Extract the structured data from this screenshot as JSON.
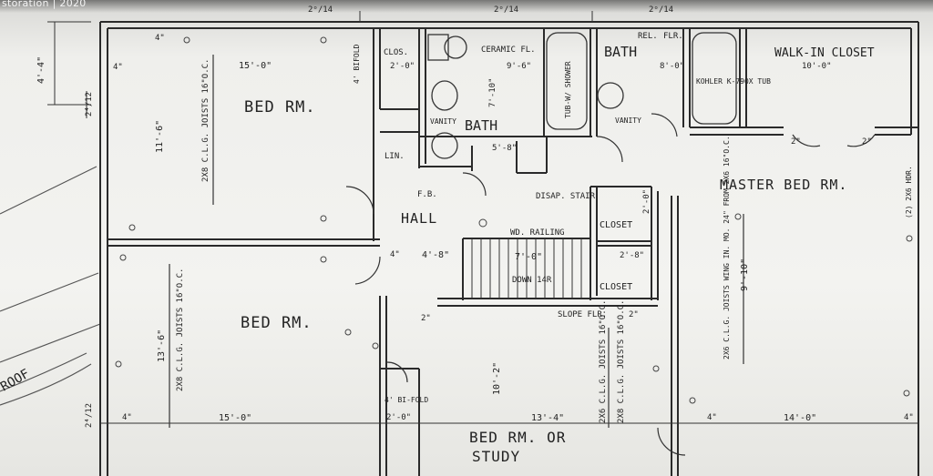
{
  "caption": "storation | 2020",
  "rooms": {
    "bed1": "BED RM.",
    "bed2": "BED RM.",
    "bed3": "BED RM. OR",
    "study": "STUDY",
    "master": "MASTER BED RM.",
    "hall": "HALL",
    "bath1": "BATH",
    "bath2": "BATH",
    "walkin": "WALK-IN CLOSET",
    "clos1": "CLOS.",
    "closet1": "CLOSET",
    "closet2": "CLOSET",
    "lin": "LIN."
  },
  "labels": {
    "w_2414_a": "2ᵒ/14",
    "w_2414_b": "2ᵒ/14",
    "w_2414_c": "2ᵒ/14",
    "dim_44": "4'-4\"",
    "dim_2412": "2⁴/12",
    "dim_2412_b": "2⁴/12",
    "dim_150_a": "15'-0\"",
    "dim_150_b": "15'-0\"",
    "dim_116": "11'-6\"",
    "dim_136": "13'-6\"",
    "dim_48": "4'-8\"",
    "dim_70": "7'-0\"",
    "dim_1002": "10'-2\"",
    "dim_134": "13'-4\"",
    "dim_140": "14'-0\"",
    "dim_96": "9'-6\"",
    "dim_100": "10'-0\"",
    "dim_58": "5'-8\"",
    "dim_710": "7'-10\"",
    "dim_910": "9'-10\"",
    "dim_80": "8'-0\"",
    "dim_240": "2'-0\"",
    "dim_240b": "2'-0\"",
    "dim_240c": "2'-0\"",
    "dim_24x": "2'-8\"",
    "dim_4in_1": "4\"",
    "dim_4in_2": "4\"",
    "dim_4in_3": "4\"",
    "dim_4in_4": "4\"",
    "dim_4in_5": "4\"",
    "dim_4in_6": "4\"",
    "dim_2in_1": "2\"",
    "dim_2in_2": "2\"",
    "dim_2in_3": "2\"",
    "dim_2in_4": "2\"",
    "joists1": "2X8 C.L.G. JOISTS 16\"O.C.",
    "joists2": "2X8 C.L.G. JOISTS 16\"O.C.",
    "joists3": "2X8 C.L.G. JOISTS 16\"O.C.",
    "joists4": "2X6 C.L.G. JOISTS 16\"O.C.",
    "joists5": "2X6 C.L.G. JOISTS WING IN. MO. 24\" FROM 2X6 16\"O.C.",
    "ceramic": "CERAMIC FL.",
    "tubshower": "TUB-W/ SHOWER",
    "kohler": "KOHLER K-790X TUB",
    "vanity": "VANITY",
    "vanity2": "VANITY",
    "slope": "SLOPE FLR.",
    "disap": "DISAP. STAIR",
    "wd": "WD. RAILING",
    "down": "DOWN 14R",
    "rel": "REL.",
    "flr": "FLR.",
    "bifold": "4' BI-FOLD",
    "bifold2": "4' BIFOLD",
    "twinsdr": "(2) 2X6 HDR.",
    "roof": "ROOF",
    "fb": "F.B."
  }
}
